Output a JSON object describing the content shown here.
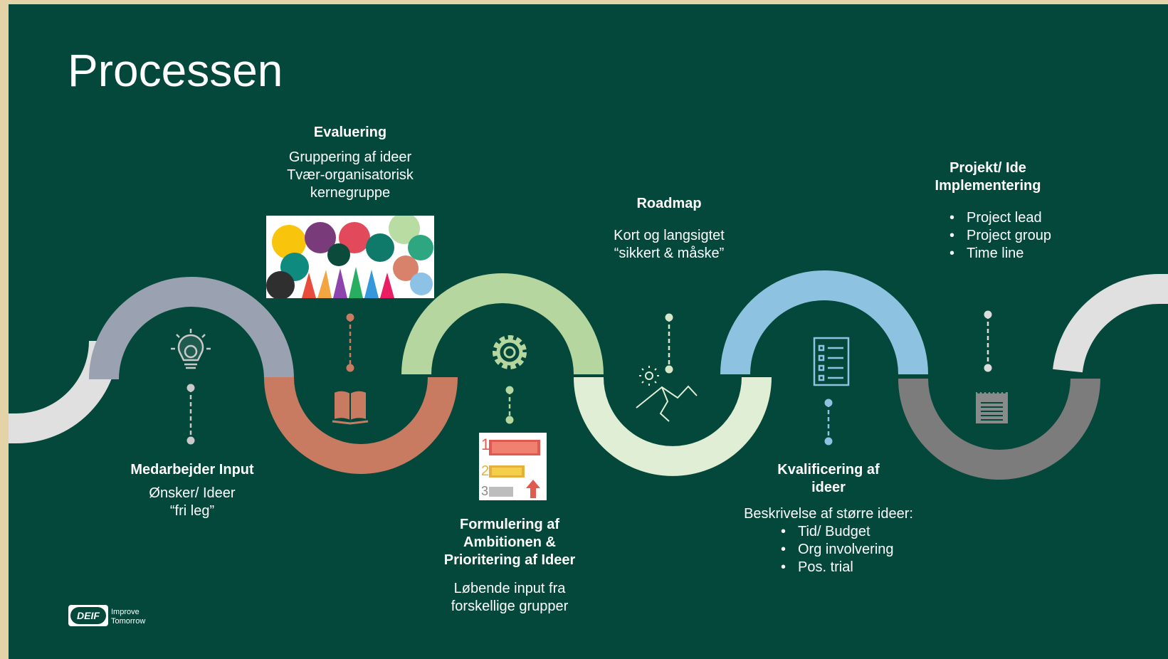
{
  "slide": {
    "title": "Processen"
  },
  "steps": [
    {
      "id": "medarbejder",
      "heading": "Medarbejder Input",
      "lines": [
        "Ønsker/ Ideer",
        "“fri leg”"
      ],
      "icon": "lightbulb-gear-icon"
    },
    {
      "id": "evaluering",
      "heading": "Evaluering",
      "lines": [
        "Gruppering af ideer",
        "Tvær-organisatorisk",
        "kernegruppe"
      ],
      "icon": "open-book-icon",
      "image": "ideas-bubbles-hands-image"
    },
    {
      "id": "formulering",
      "heading_lines": [
        "Formulering af",
        "Ambitionen &",
        "Prioritering af Ideer"
      ],
      "lines": [
        "Løbende input fra",
        "forskellige grupper"
      ],
      "icon": "gear-icon",
      "image": "priority-list-image"
    },
    {
      "id": "roadmap",
      "heading": "Roadmap",
      "lines": [
        "Kort og langsigtet",
        "“sikkert & måske”"
      ],
      "icon": "sun-mountains-icon"
    },
    {
      "id": "kvalificering",
      "heading_lines": [
        "Kvalificering af",
        "ideer"
      ],
      "intro": "Beskrivelse af større ideer:",
      "bullets": [
        "Tid/ Budget",
        "Org involvering",
        "Pos. trial"
      ],
      "icon": "checklist-icon"
    },
    {
      "id": "projekt",
      "heading_lines": [
        "Projekt/ Ide",
        "Implementering"
      ],
      "bullets": [
        "Project lead",
        "Project group",
        "Time line"
      ],
      "icon": "notepad-icon"
    }
  ],
  "branding": {
    "logo": "DEIF",
    "tagline_1": "Improve",
    "tagline_2": "Tomorrow"
  },
  "colors": {
    "background": "#03483a",
    "segment_1": "#e0e0e0",
    "segment_2": "#9aa2b2",
    "segment_3": "#c97b62",
    "segment_4": "#b5d69f",
    "segment_5": "#e1eed6",
    "segment_6": "#8dc3e0",
    "segment_7": "#7c7c7c",
    "segment_8": "#e0e0e0"
  }
}
